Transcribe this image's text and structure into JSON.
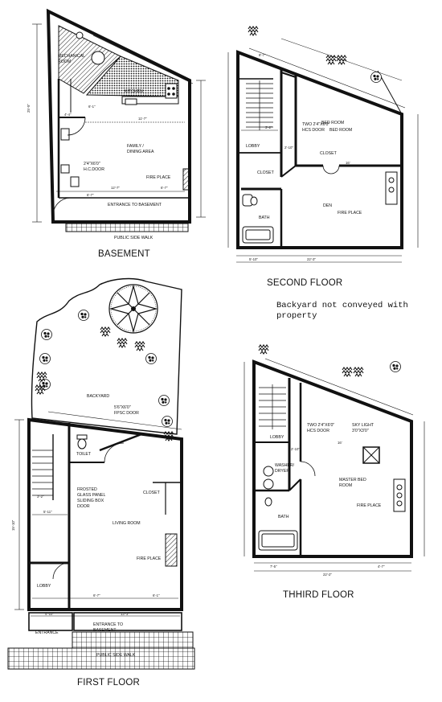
{
  "plans": {
    "basement": {
      "title": "BASEMENT",
      "rooms": {
        "mechanical": "MECHANICAL",
        "mechanical2": "ROOM",
        "kitchen": "KITCHEN",
        "family": "FAMILY /",
        "family2": "DINING AREA",
        "door": "2'4\"X6'0\"",
        "door2": "H.C.DOOR",
        "fireplace": "FIRE PLACE",
        "entrance": "ENTRANCE TO BASEMENT",
        "sidewalk": "PUBLIC SIDE WALK"
      },
      "dims": {
        "d1": "11'-7\"",
        "d2": "4'-4\"",
        "d3": "6'-1\"",
        "d4": "12'-7\"",
        "d5": "6'-7\"",
        "d6": "6'-7\"",
        "d7": "25'-5\""
      }
    },
    "second": {
      "title": "SECOND FLOOR",
      "rooms": {
        "bedroom": "BED ROOM",
        "bedroom2": "BED ROOM",
        "two_doors": "TWO 2'4\"X6'0\"",
        "hc_door": "HCS DOOR",
        "lobby": "LOBBY",
        "closet": "CLOSET",
        "closet2": "CLOSET",
        "den": "DEN",
        "fireplace": "FIRE PLACE",
        "bath": "BATH"
      },
      "dims": {
        "d1": "8'-7\"",
        "d2": "5'-10\"",
        "d3": "22'-3\"",
        "d4": "16'",
        "d5": "3'-2\"",
        "d6": "2'-10\""
      }
    },
    "note": "Backyard not conveyed with property",
    "first": {
      "title": "FIRST FLOOR",
      "rooms": {
        "backyard": "BACKYARD",
        "door": "5'6\"X6'0\"",
        "door2": "FPSC DOOR",
        "toilet": "TOILET",
        "frosted": "FROSTED",
        "frosted2": "GLASS PANEL",
        "frosted3": "SLIDING BOX",
        "frosted4": "DOOR",
        "closet": "CLOSET",
        "living": "LIVING ROOM",
        "fireplace": "FIRE PLACE",
        "lobby": "LOBBY",
        "entrance": "ENTRANCE",
        "entrance_basement": "ENTRANCE TO",
        "entrance_basement2": "BASEMENT",
        "sidewalk": "PUBLIC SIDE WALK"
      },
      "dims": {
        "d1": "3'-2\"",
        "d2": "5'-11\"",
        "d3": "6'-7\"",
        "d4": "6'-1\"",
        "d5": "4'-10\"",
        "d6": "13'-3\"",
        "d7": "15'-10\""
      }
    },
    "third": {
      "title": "THHIRD FLOOR",
      "rooms": {
        "two_doors": "TWO 2'4\"X6'0\"",
        "hc_door": "HCS DOOR",
        "skylight": "SKY LIGHT",
        "skylight2": "3'0\"X3'0\"",
        "lobby": "LOBBY",
        "washer": "WASHER/",
        "washer2": "DRYER",
        "master": "MASTER BED",
        "master2": "ROOM",
        "fireplace": "FIRE PLACE",
        "bath": "BATH"
      },
      "dims": {
        "d1": "7'-5\"",
        "d2": "22'-2\"",
        "d3": "4'-7\"",
        "d4": "16'",
        "d5": "2'-10\""
      }
    }
  }
}
